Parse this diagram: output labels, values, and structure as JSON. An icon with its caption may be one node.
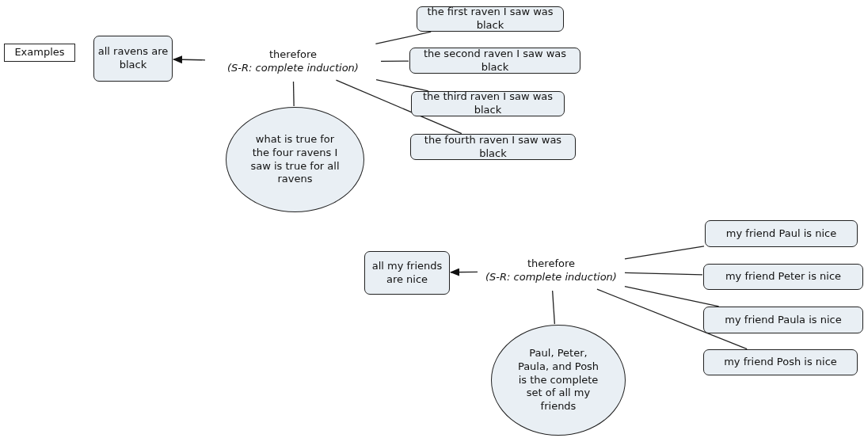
{
  "diagram": {
    "nodes": [
      {
        "text": [
          "Examples"
        ]
      },
      {
        "text": [
          "all ravens are black"
        ]
      },
      {
        "text": [
          "therefore",
          "(S-R: complete induction)"
        ]
      },
      {
        "text": [
          "the first raven I saw was black"
        ]
      },
      {
        "text": [
          "the second raven I saw was black"
        ]
      },
      {
        "text": [
          "the third raven I saw was black"
        ]
      },
      {
        "text": [
          "the fourth raven I saw was black"
        ]
      },
      {
        "text": [
          "what is true for the four ravens I saw is true for all ravens"
        ]
      },
      {
        "text": [
          "all my friends are nice"
        ]
      },
      {
        "text": [
          "therefore",
          "(S-R: complete induction)"
        ]
      },
      {
        "text": [
          "my friend Paul is nice"
        ]
      },
      {
        "text": [
          "my friend Peter is nice"
        ]
      },
      {
        "text": [
          "my friend Paula is nice"
        ]
      },
      {
        "text": [
          "my friend Posh is nice"
        ]
      },
      {
        "text": [
          "Paul, Peter, Paula, and Posh is the complete set of all my friends"
        ]
      }
    ],
    "edges": [
      {
        "from": 2,
        "to": 1,
        "arrow": "to"
      },
      {
        "from": 3,
        "to": 2,
        "arrow": "none"
      },
      {
        "from": 4,
        "to": 2,
        "arrow": "none"
      },
      {
        "from": 5,
        "to": 2,
        "arrow": "none"
      },
      {
        "from": 6,
        "to": 2,
        "arrow": "none"
      },
      {
        "from": 2,
        "to": 7,
        "arrow": "none"
      },
      {
        "from": 9,
        "to": 8,
        "arrow": "to"
      },
      {
        "from": 10,
        "to": 9,
        "arrow": "none"
      },
      {
        "from": 11,
        "to": 9,
        "arrow": "none"
      },
      {
        "from": 12,
        "to": 9,
        "arrow": "none"
      },
      {
        "from": 13,
        "to": 9,
        "arrow": "none"
      },
      {
        "from": 9,
        "to": 14,
        "arrow": "none"
      }
    ]
  }
}
